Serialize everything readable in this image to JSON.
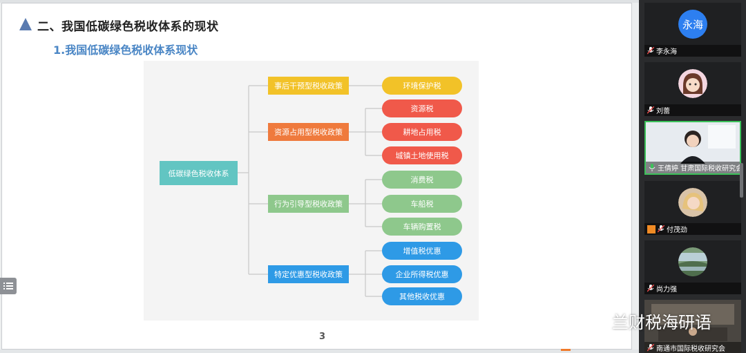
{
  "slide": {
    "heading": "二、我国低碳绿色税收体系的现状",
    "subheading": "1.我国低碳绿色税收体系现状",
    "page_number": "3"
  },
  "diagram": {
    "root": "低碳绿色税收体系",
    "policies": [
      "事后干预型税收政策",
      "资源占用型税收政策",
      "行为引导型税收政策",
      "特定优惠型税收政策"
    ],
    "leaves": [
      "环境保护税",
      "资源税",
      "耕地占用税",
      "城镇土地使用税",
      "消费税",
      "车船税",
      "车辆购置税",
      "增值税优惠",
      "企业所得税优惠",
      "其他税收优惠"
    ],
    "colors": {
      "root": "#62c5c2",
      "yellow": "#f2c228",
      "orange": "#ef7a3d",
      "red": "#f0594a",
      "green": "#8ec88c",
      "blue": "#2e9ae6"
    }
  },
  "participants": [
    {
      "name": "李永海",
      "avatar_text": "永海",
      "icon": "mic-muted-icon"
    },
    {
      "name": "刘蕾",
      "icon": "mic-muted-icon"
    },
    {
      "name": "王倩婷 甘肃国际税收研究会",
      "icon": "mic-active-icon",
      "active": true
    },
    {
      "name": "付茂劲",
      "icon": "mic-muted-icon"
    },
    {
      "name": "尚力强",
      "icon": "mic-muted-icon"
    },
    {
      "name": "南通市国际税收研究会",
      "icon": "mic-muted-icon"
    }
  ],
  "watermark": "兰财税海研语",
  "side_tab_icon": "list-menu-icon"
}
